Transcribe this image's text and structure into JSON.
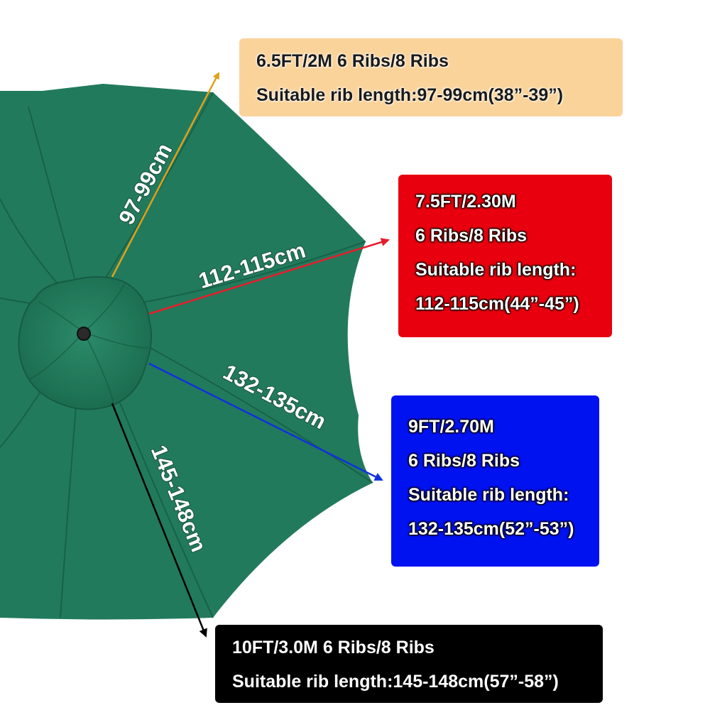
{
  "colors": {
    "canopy": "#227a5c",
    "canopy_dark": "#1b6b4f",
    "orange_box": "#fad39a",
    "red_box": "#e8000f",
    "blue_box": "#0012f0",
    "black_box": "#000000",
    "orange_arrow": "#e0a11a",
    "red_arrow": "#e81c2a",
    "blue_arrow": "#1030e0",
    "black_arrow": "#000000"
  },
  "measurements": {
    "rib_1": "97-99cm",
    "rib_2": "112-115cm",
    "rib_3": "132-135cm",
    "rib_4": "145-148cm"
  },
  "boxes": [
    {
      "lines": [
        "6.5FT/2M  6 Ribs/8 Ribs",
        "Suitable rib length:97-99cm(38”-39”)"
      ]
    },
    {
      "lines": [
        "7.5FT/2.30M",
        "6 Ribs/8 Ribs",
        "Suitable rib length:",
        "112-115cm(44”-45”)"
      ]
    },
    {
      "lines": [
        "9FT/2.70M",
        "6 Ribs/8 Ribs",
        "Suitable rib length:",
        "132-135cm(52”-53”)"
      ]
    },
    {
      "lines": [
        "10FT/3.0M  6 Ribs/8 Ribs",
        "Suitable rib length:145-148cm(57”-58”)"
      ]
    }
  ]
}
